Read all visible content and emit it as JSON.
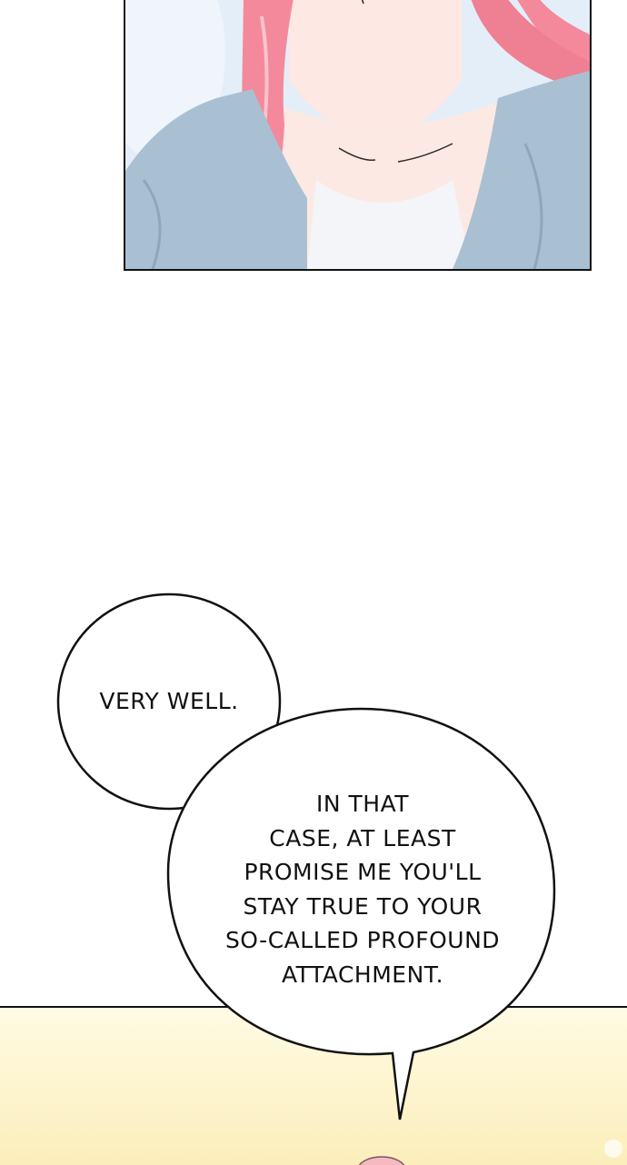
{
  "bubble_1": {
    "text": "VERY WELL."
  },
  "bubble_2": {
    "lines": [
      "IN THAT",
      "CASE, AT LEAST",
      "PROMISE ME YOU'LL",
      "STAY TRUE TO YOUR",
      "SO-CALLED PROFOUND",
      "ATTACHMENT."
    ]
  },
  "colors": {
    "hair": "#f4899c",
    "robe": "#a9c0d3",
    "skin": "#fde8e3",
    "bottom_panel": "#fdf3cc"
  }
}
